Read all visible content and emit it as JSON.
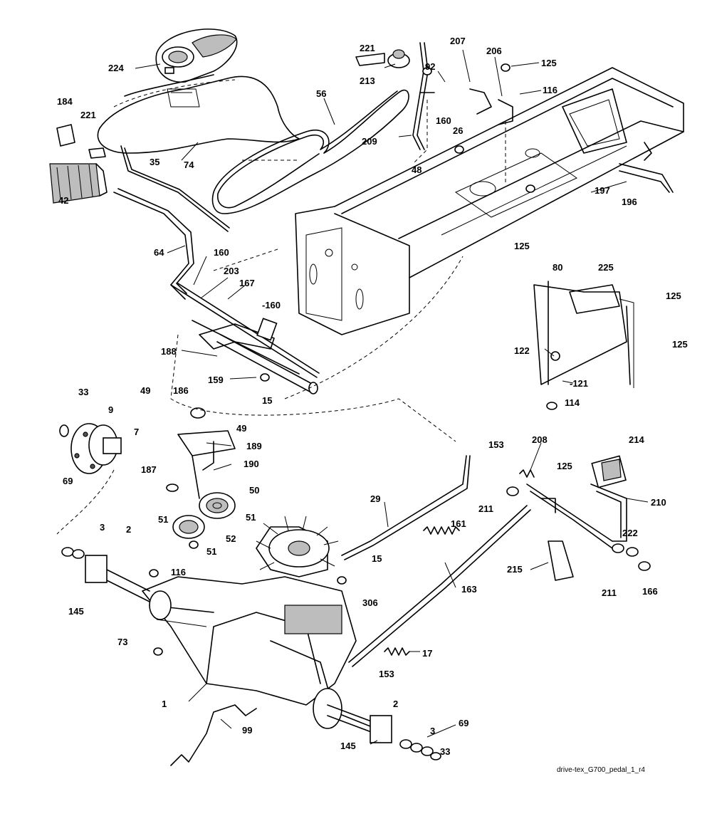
{
  "caption": "drive-tex_G700_pedal_1_r4",
  "callouts": [
    {
      "id": "c224",
      "text": "224"
    },
    {
      "id": "c221a",
      "text": "221"
    },
    {
      "id": "c213",
      "text": "213"
    },
    {
      "id": "c56",
      "text": "56"
    },
    {
      "id": "c207",
      "text": "207"
    },
    {
      "id": "c206",
      "text": "206"
    },
    {
      "id": "c92",
      "text": "92"
    },
    {
      "id": "c125a",
      "text": "125"
    },
    {
      "id": "c116a",
      "text": "116"
    },
    {
      "id": "c160a",
      "text": "160"
    },
    {
      "id": "c26",
      "text": "26"
    },
    {
      "id": "c209",
      "text": "209"
    },
    {
      "id": "c48",
      "text": "48"
    },
    {
      "id": "c184",
      "text": "184"
    },
    {
      "id": "c221b",
      "text": "221"
    },
    {
      "id": "c35",
      "text": "35"
    },
    {
      "id": "c74",
      "text": "74"
    },
    {
      "id": "c42",
      "text": "42"
    },
    {
      "id": "c197",
      "text": "197"
    },
    {
      "id": "c196",
      "text": "196"
    },
    {
      "id": "c64",
      "text": "64"
    },
    {
      "id": "c160b",
      "text": "160"
    },
    {
      "id": "c203",
      "text": "203"
    },
    {
      "id": "c167",
      "text": "167"
    },
    {
      "id": "c160c",
      "text": "-160"
    },
    {
      "id": "c125b",
      "text": "125"
    },
    {
      "id": "c80",
      "text": "80"
    },
    {
      "id": "c225",
      "text": "225"
    },
    {
      "id": "c125c",
      "text": "125"
    },
    {
      "id": "c125d",
      "text": "125"
    },
    {
      "id": "c188",
      "text": "188"
    },
    {
      "id": "c122",
      "text": "122"
    },
    {
      "id": "c121",
      "text": "-121"
    },
    {
      "id": "c114",
      "text": "114"
    },
    {
      "id": "c159",
      "text": "159"
    },
    {
      "id": "c15a",
      "text": "15"
    },
    {
      "id": "c33a",
      "text": "33"
    },
    {
      "id": "c9",
      "text": "9"
    },
    {
      "id": "c7",
      "text": "7"
    },
    {
      "id": "c69a",
      "text": "69"
    },
    {
      "id": "c49a",
      "text": "49"
    },
    {
      "id": "c186",
      "text": "186"
    },
    {
      "id": "c49b",
      "text": "49"
    },
    {
      "id": "c189",
      "text": "189"
    },
    {
      "id": "c190",
      "text": "190"
    },
    {
      "id": "c187",
      "text": "187"
    },
    {
      "id": "c50",
      "text": "50"
    },
    {
      "id": "c51a",
      "text": "51"
    },
    {
      "id": "c51b",
      "text": "51"
    },
    {
      "id": "c52",
      "text": "52"
    },
    {
      "id": "c51c",
      "text": "51"
    },
    {
      "id": "c153a",
      "text": "153"
    },
    {
      "id": "c208",
      "text": "208"
    },
    {
      "id": "c125e",
      "text": "125"
    },
    {
      "id": "c214",
      "text": "214"
    },
    {
      "id": "c211a",
      "text": "211"
    },
    {
      "id": "c210",
      "text": "210"
    },
    {
      "id": "c29",
      "text": "29"
    },
    {
      "id": "c161",
      "text": "161"
    },
    {
      "id": "c222",
      "text": "222"
    },
    {
      "id": "c3a",
      "text": "3"
    },
    {
      "id": "c2a",
      "text": "2"
    },
    {
      "id": "c116b",
      "text": "116"
    },
    {
      "id": "c15b",
      "text": "15"
    },
    {
      "id": "c215",
      "text": "215"
    },
    {
      "id": "c211b",
      "text": "211"
    },
    {
      "id": "c166",
      "text": "166"
    },
    {
      "id": "c145a",
      "text": "145"
    },
    {
      "id": "c163",
      "text": "163"
    },
    {
      "id": "c306",
      "text": "306"
    },
    {
      "id": "c73",
      "text": "73"
    },
    {
      "id": "c17",
      "text": "17"
    },
    {
      "id": "c153b",
      "text": "153"
    },
    {
      "id": "c1",
      "text": "1"
    },
    {
      "id": "c2b",
      "text": "2"
    },
    {
      "id": "c99",
      "text": "99"
    },
    {
      "id": "c3b",
      "text": "3"
    },
    {
      "id": "c69b",
      "text": "69"
    },
    {
      "id": "c145b",
      "text": "145"
    },
    {
      "id": "c33b",
      "text": "33"
    }
  ]
}
